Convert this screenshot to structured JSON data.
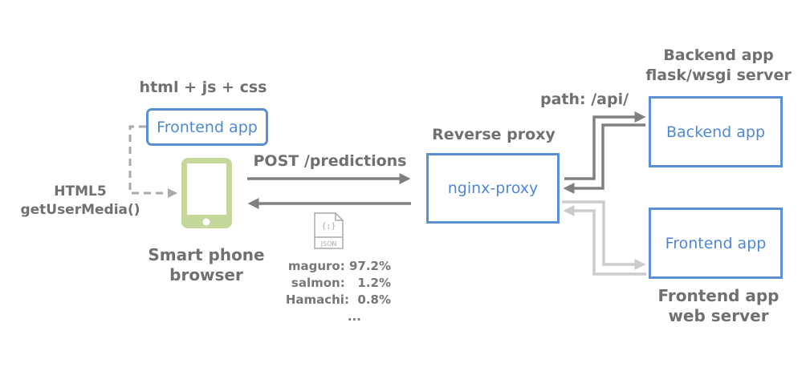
{
  "frontend_client": {
    "caption": "html + js + css",
    "box_label": "Frontend app"
  },
  "browser_api": {
    "line1": "HTML5",
    "line2": "getUserMedia()"
  },
  "phone": {
    "line1": "Smart phone",
    "line2": "browser"
  },
  "request": {
    "label": "POST /predictions"
  },
  "response": {
    "icon": "json-file-icon",
    "icon_text": "JSON",
    "lines": [
      "maguro: 97.2%",
      "salmon:   1.2%",
      "Hamachi:  0.8%",
      "..."
    ]
  },
  "proxy": {
    "caption": "Reverse proxy",
    "box_label": "nginx-proxy"
  },
  "backend": {
    "caption1": "Backend app",
    "caption2": "flask/wsgi server",
    "box_label": "Backend app",
    "route": "path: /api/"
  },
  "frontend_server": {
    "caption1": "Frontend app",
    "caption2": "web server",
    "box_label": "Frontend app"
  },
  "colors": {
    "box_border": "#5b8fd4",
    "box_text": "#4f88d2",
    "phone": "#c5d89b",
    "arrow_dark": "#808080",
    "arrow_light": "#cccccc",
    "dashed": "#aaaaaa"
  }
}
